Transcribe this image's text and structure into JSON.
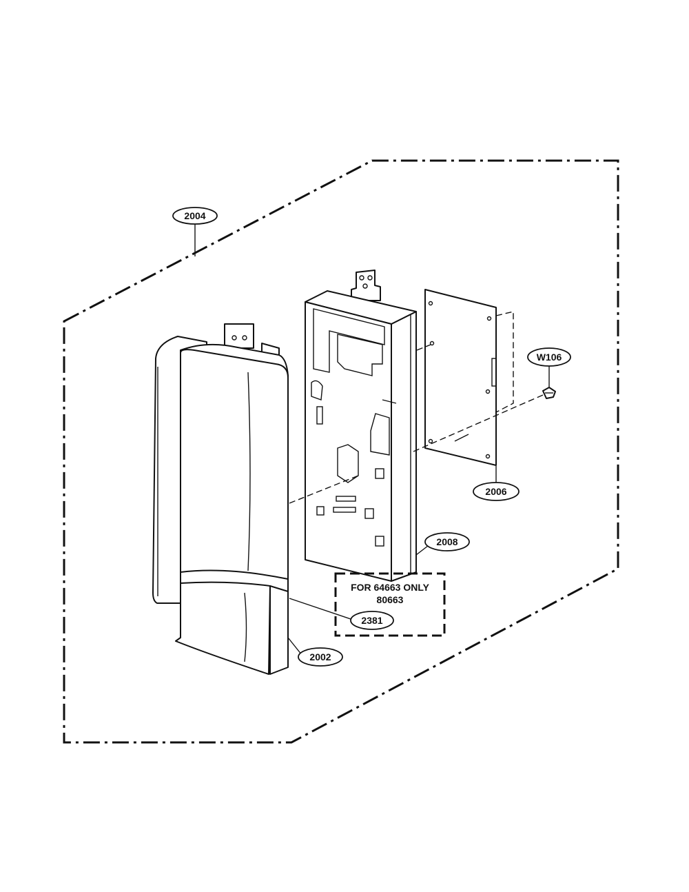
{
  "callouts": {
    "c2004": "2004",
    "cW106": "W106",
    "c2006": "2006",
    "c2008": "2008",
    "c2381": "2381",
    "c2002": "2002"
  },
  "note": {
    "line1": "FOR 64663 ONLY",
    "line2": "80663"
  }
}
